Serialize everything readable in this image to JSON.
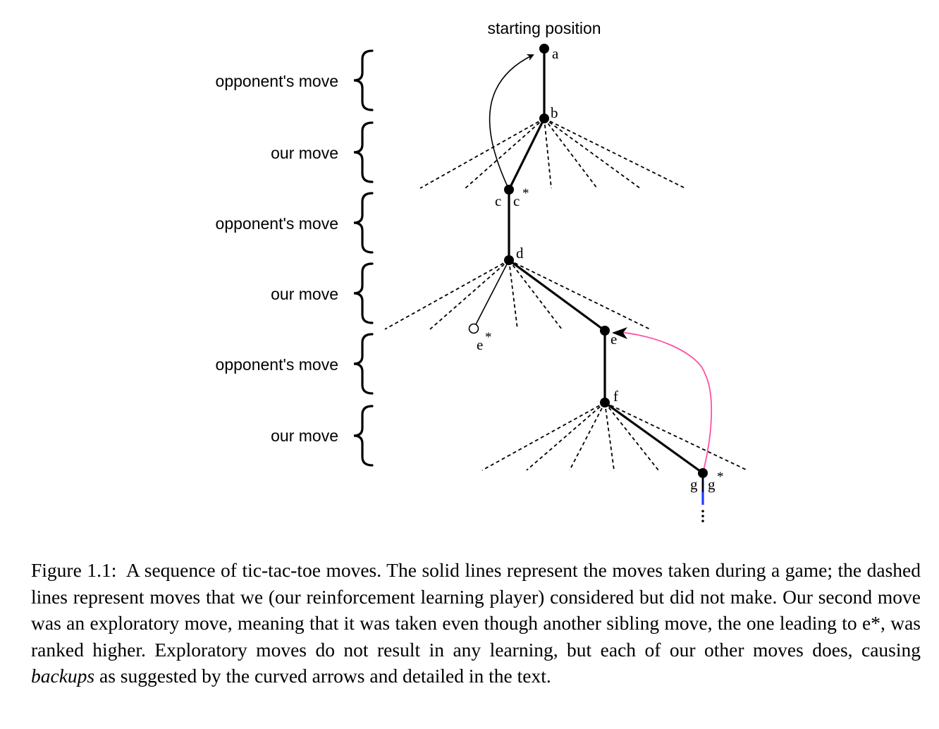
{
  "title": "starting position",
  "rows": [
    {
      "label": "opponent's move"
    },
    {
      "label": "our move"
    },
    {
      "label": "opponent's move"
    },
    {
      "label": "our move"
    },
    {
      "label": "opponent's move"
    },
    {
      "label": "our move"
    }
  ],
  "nodes": {
    "a": "a",
    "b": "b",
    "c": "c",
    "c_star": "c",
    "d": "d",
    "e_star": "e",
    "e": "e",
    "f": "f",
    "g": "g",
    "g_star": "g",
    "star": "*"
  },
  "colors": {
    "ink": "#000000",
    "backup_arrow_pink": "#ff4fa5",
    "continuation_blue": "#1a3cff"
  },
  "caption": {
    "label": "Figure 1.1:",
    "text_1": "A sequence of tic-tac-toe moves.  The solid lines represent the moves taken during a game; the dashed lines represent moves that we (our reinforcement learning player) considered but did not make.  Our second move was an exploratory move, meaning that it was taken even though another sibling move, the one leading to e*, was ranked higher. Exploratory moves do not result in any learning, but each of our other moves does, causing",
    "emphasis": "backups",
    "text_2": "as suggested by the curved arrows and detailed in the text."
  }
}
